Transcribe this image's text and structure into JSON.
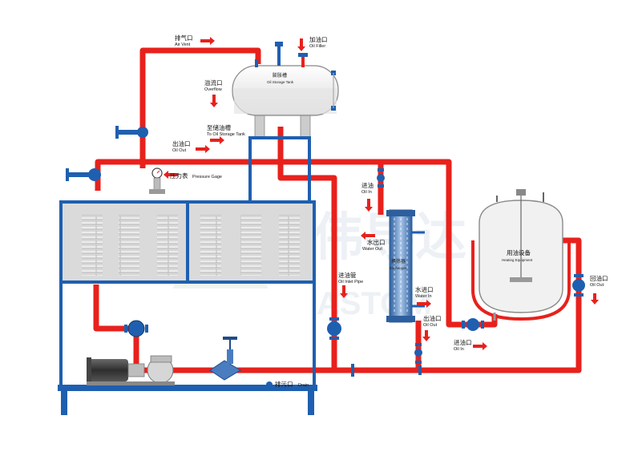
{
  "watermark": {
    "cn": "伟导达",
    "en": "ASTOM"
  },
  "labels": {
    "air_vent": {
      "cn": "排气口",
      "en": "Air Vent"
    },
    "oil_filler": {
      "cn": "加油口",
      "en": "Oil Filler"
    },
    "expansion_tank": {
      "cn": "膨胀槽",
      "en": "Oil Storage Tank"
    },
    "overflow": {
      "cn": "溢流口",
      "en": "Overflow"
    },
    "to_storage": {
      "cn": "至储油槽",
      "en": "To Oil Storage Tank"
    },
    "oil_out_top": {
      "cn": "出油口",
      "en": "Oil Out"
    },
    "pressure_gage": {
      "cn": "压力表",
      "en": "Pressure Gage"
    },
    "oil_in_exchanger": {
      "cn": "进油",
      "en": "Oil In"
    },
    "water_out": {
      "cn": "水出口",
      "en": "Water Out"
    },
    "heat_exchanger": {
      "cn": "换热器",
      "en": "Exchanger"
    },
    "water_in": {
      "cn": "水进口",
      "en": "Water In"
    },
    "oil_out_exchanger": {
      "cn": "出油口",
      "en": "Oil Out"
    },
    "oil_inlet_pipe": {
      "cn": "进油管",
      "en": "Oil Inlet Pipe"
    },
    "heating_equipment": {
      "cn": "用油设备",
      "en": "Heating Equipment"
    },
    "oil_out_right": {
      "cn": "回油口",
      "en": "Oil Out"
    },
    "oil_in_bottom": {
      "cn": "进油口",
      "en": "Oil In"
    },
    "drain": {
      "cn": "排污口",
      "en": "Drain"
    }
  },
  "colors": {
    "oil_pipe": "#e8211c",
    "frame": "#1f5fb0",
    "valve": "#1f5fb0",
    "vessel": "#f1f1f1"
  }
}
